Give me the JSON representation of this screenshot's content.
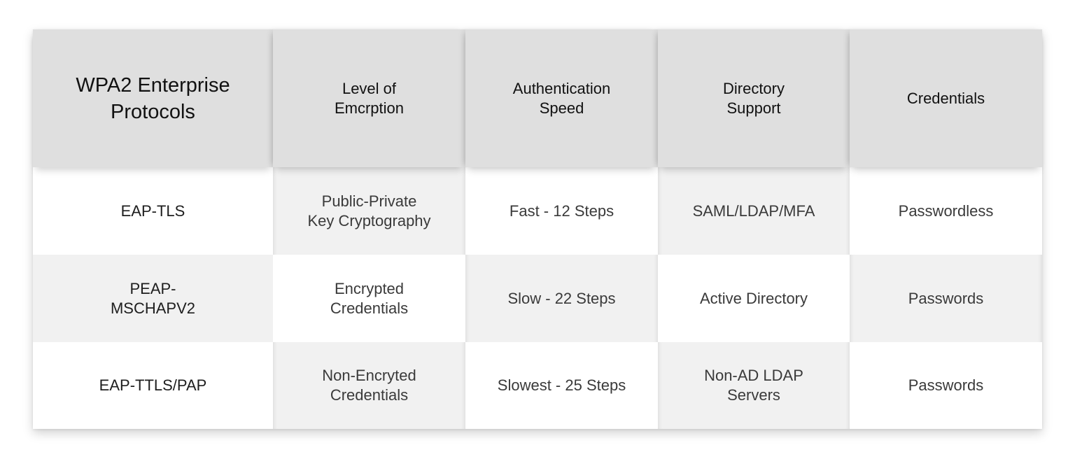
{
  "table": {
    "headers": [
      "WPA2 Enterprise\nProtocols",
      "Level of\nEmcrption",
      "Authentication\nSpeed",
      "Directory\nSupport",
      "Credentials"
    ],
    "rows": [
      {
        "protocol": "EAP-TLS",
        "encryption": "Public-Private\nKey Cryptography",
        "speed": "Fast - 12 Steps",
        "directory": "SAML/LDAP/MFA",
        "credentials": "Passwordless"
      },
      {
        "protocol": "PEAP-\nMSCHAPV2",
        "encryption": "Encrypted\nCredentials",
        "speed": "Slow - 22 Steps",
        "directory": "Active Directory",
        "credentials": "Passwords"
      },
      {
        "protocol": "EAP-TTLS/PAP",
        "encryption": "Non-Encryted\nCredentials",
        "speed": "Slowest - 25 Steps",
        "directory": "Non-AD LDAP\nServers",
        "credentials": "Passwords"
      }
    ]
  },
  "colors": {
    "header_bg": "#dfdfdf",
    "shaded_cell_bg": "#f1f1f1",
    "white_cell_bg": "#ffffff",
    "text": "#2b2b2b"
  }
}
